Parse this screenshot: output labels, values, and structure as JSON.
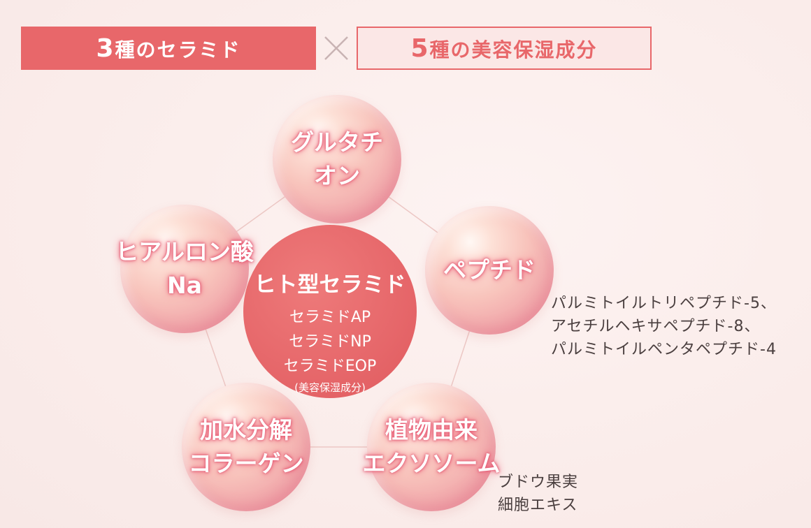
{
  "header": {
    "left_number": "3",
    "left_text": "種のセラミド",
    "right_number": "5",
    "right_text": "種の美容保湿成分",
    "multiply_icon": "times-icon"
  },
  "center": {
    "title": "ヒト型セラミド",
    "items": [
      "セラミドAP",
      "セラミドNP",
      "セラミドEOP"
    ],
    "note": "(美容保湿成分)"
  },
  "ingredients": {
    "glutathione": {
      "line1": "グルタチ",
      "line2": "オン"
    },
    "peptide": {
      "line1": "ペプチド"
    },
    "hyaluronic": {
      "line1": "ヒアルロン酸",
      "line2": "Na"
    },
    "collagen": {
      "line1": "加水分解",
      "line2": "コラーゲン"
    },
    "exosome": {
      "line1": "植物由来",
      "line2": "エクソソーム"
    }
  },
  "notes": {
    "peptide": [
      "パルミトイルトリペプチド-5、",
      "アセチルヘキサペプチド-8、",
      "パルミトイルペンタペプチド-4"
    ],
    "exosome": [
      "ブドウ果実",
      "細胞エキス"
    ]
  },
  "colors": {
    "accent": "#e8676a",
    "accent_light": "#fbe7e6",
    "text_dark": "#4a3f3f"
  }
}
